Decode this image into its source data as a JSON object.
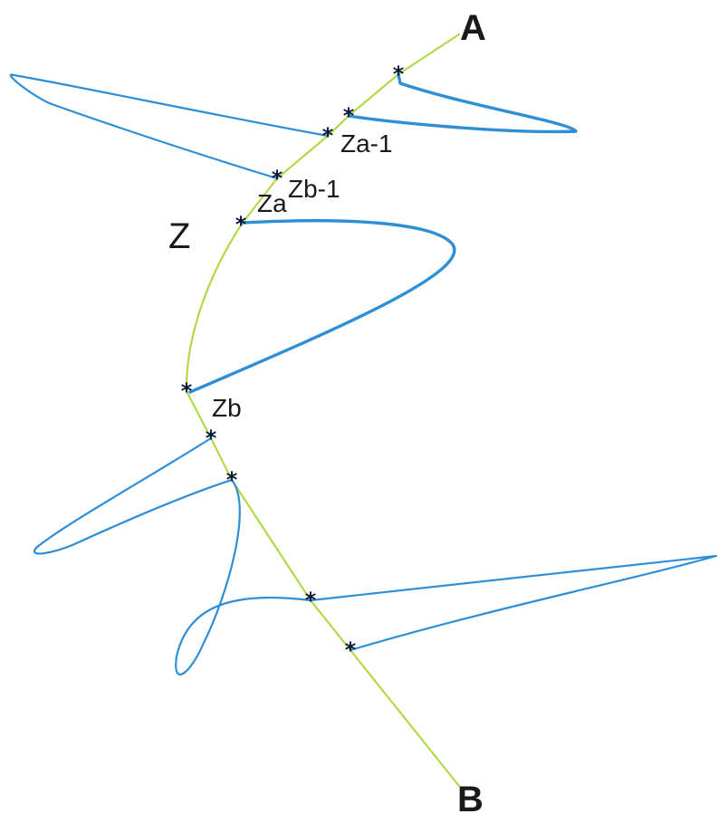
{
  "colors": {
    "main_path": "#b2d94a",
    "loops": "#2e8fd6",
    "markers": "#0a1a3a",
    "labels": "#1a1a1a"
  },
  "labels": {
    "A": "A",
    "B": "B",
    "Z": "Z",
    "Za": "Za",
    "Zb": "Zb",
    "Za_minus_1": "Za-1",
    "Zb_minus_1": "Zb-1"
  },
  "marker_glyph": "*",
  "marker_count": 10,
  "loop_count": 6
}
